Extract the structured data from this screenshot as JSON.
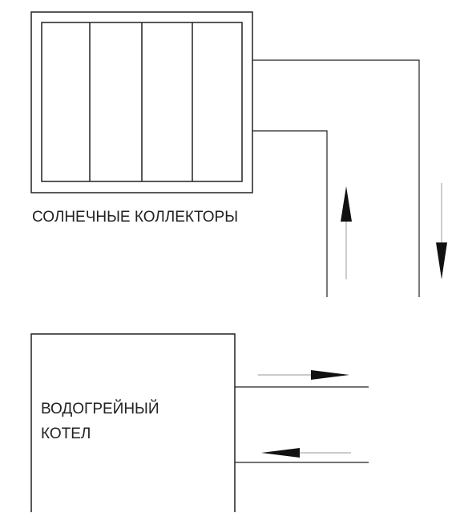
{
  "solar_collectors": {
    "label": "СОЛНЕЧНЫЕ КОЛЛЕКТОРЫ"
  },
  "boiler": {
    "label_line1": "ВОДОГРЕЙНЫЙ",
    "label_line2": "КОТЕЛ"
  },
  "colors": {
    "line": "#222222",
    "background": "#ffffff"
  }
}
